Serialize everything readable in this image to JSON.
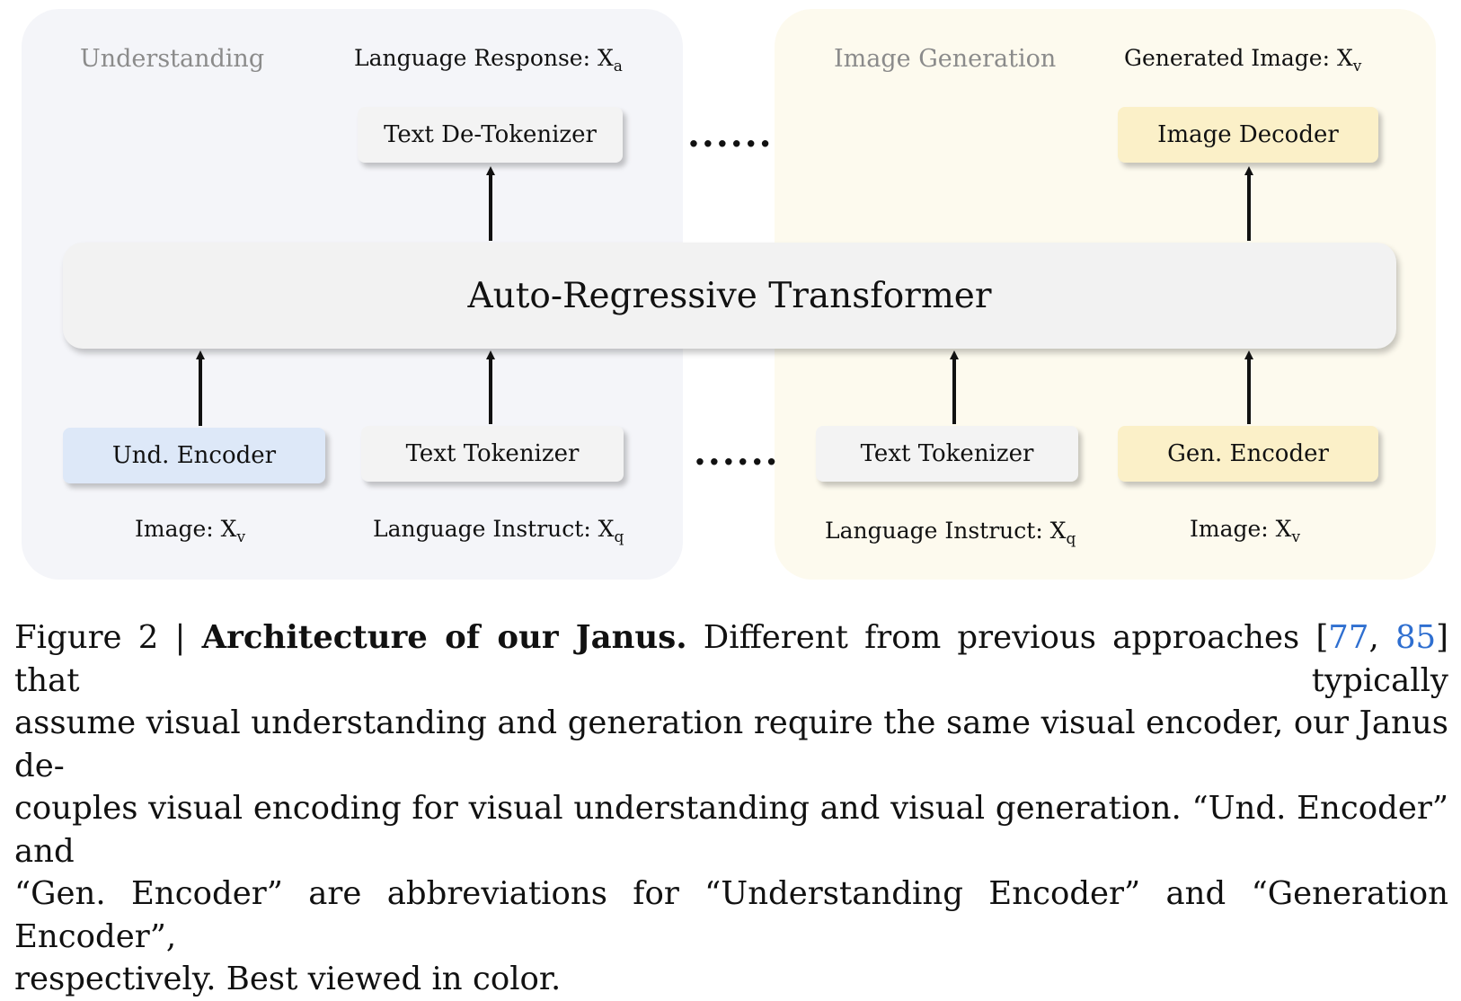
{
  "understanding": {
    "section_title": "Understanding",
    "response_label": "Language Response: X",
    "response_sub": "a",
    "detokenizer": "Text De-Tokenizer",
    "und_encoder": "Und. Encoder",
    "text_tokenizer": "Text Tokenizer",
    "image_label": "Image: X",
    "image_sub": "v",
    "instruct_label": "Language Instruct: X",
    "instruct_sub": "q"
  },
  "generation": {
    "section_title": "Image Generation",
    "generated_label": "Generated Image: X",
    "generated_sub": "v",
    "image_decoder": "Image Decoder",
    "text_tokenizer": "Text Tokenizer",
    "gen_encoder": "Gen. Encoder",
    "instruct_label": "Language Instruct: X",
    "instruct_sub": "q",
    "image_label": "Image: X",
    "image_sub": "v"
  },
  "transformer": "Auto-Regressive Transformer",
  "ellipsis": "......",
  "colors": {
    "understanding_panel": "#f4f5f9",
    "generation_panel": "#fdfaee",
    "und_encoder": "#dde8f8",
    "gen_boxes": "#fbf0c8",
    "citation": "#2f6fd0"
  },
  "caption": {
    "figure_label": "Figure 2 | ",
    "title": "Architecture of our Janus.",
    "text1": " Different from previous approaches [",
    "cite1": "77",
    "comma": ", ",
    "cite2": "85",
    "text2": "] that typically",
    "line2": "assume visual understanding and generation require the same visual encoder, our Janus de-",
    "line3": "couples visual encoding for visual understanding and visual generation. “Und. Encoder” and",
    "line4": "“Gen. Encoder” are abbreviations for “Understanding Encoder” and “Generation Encoder”,",
    "line5": "respectively. Best viewed in color."
  }
}
